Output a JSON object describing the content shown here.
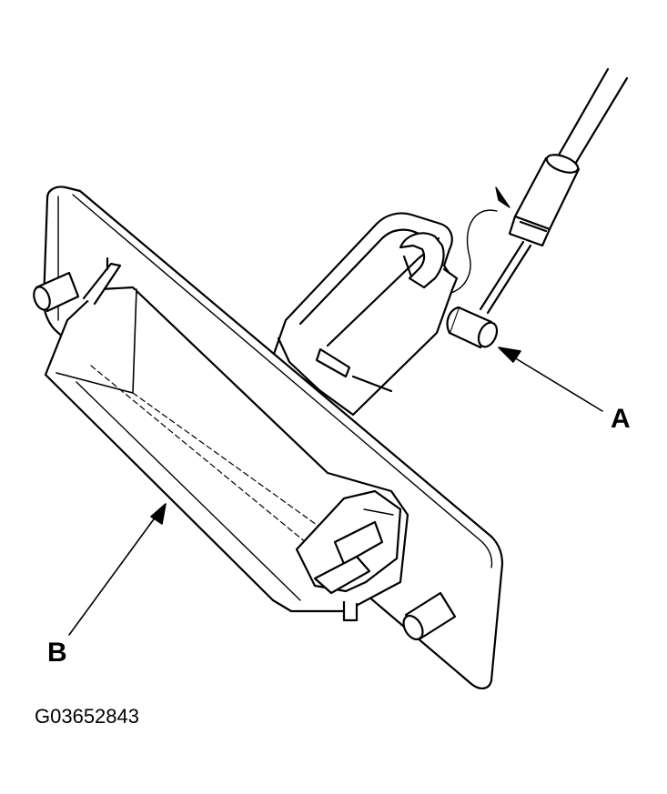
{
  "callouts": {
    "a": "A",
    "b": "B"
  },
  "figure_id": "G03652843",
  "colors": {
    "line": "#000000",
    "fill": "#ffffff"
  }
}
